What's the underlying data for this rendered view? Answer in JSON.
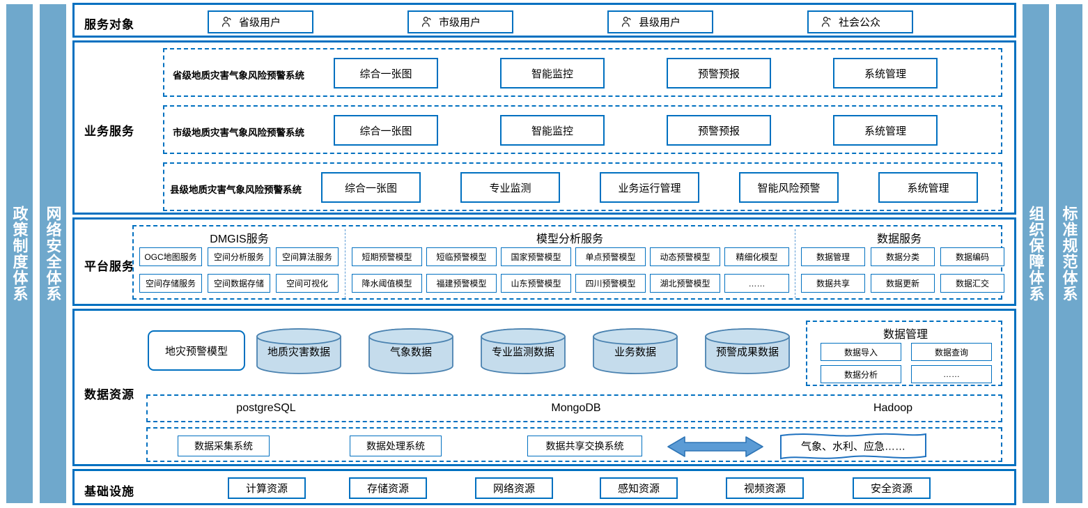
{
  "pillars": {
    "left": [
      {
        "name": "policy",
        "label": "政策制度体系"
      },
      {
        "name": "network-security",
        "label": "网络安全体系"
      }
    ],
    "right": [
      {
        "name": "organization",
        "label": "组织保障体系"
      },
      {
        "name": "standard",
        "label": "标准规范体系"
      }
    ],
    "color": "#6FA8CC"
  },
  "colors": {
    "border": "#0070C0",
    "dashed": "#0070C0",
    "cylinder_fill": "#C5DCEC",
    "cylinder_stroke": "#4A82B0",
    "arrow_fill": "#5B9BD5",
    "arrow_stroke": "#2E75B6"
  },
  "service_objects": {
    "title": "服务对象",
    "items": [
      {
        "label": "省级用户",
        "icon": "person-icon"
      },
      {
        "label": "市级用户",
        "icon": "person-icon"
      },
      {
        "label": "县级用户",
        "icon": "person-icon"
      },
      {
        "label": "社会公众",
        "icon": "person-icon"
      }
    ]
  },
  "business": {
    "title": "业务服务",
    "groups": [
      {
        "label": "省级地质灾害气象风险预警系统",
        "items": [
          "综合一张图",
          "智能监控",
          "预警预报",
          "系统管理"
        ]
      },
      {
        "label": "市级地质灾害气象风险预警系统",
        "items": [
          "综合一张图",
          "智能监控",
          "预警预报",
          "系统管理"
        ]
      },
      {
        "label": "县级地质灾害气象风险预警系统",
        "items": [
          "综合一张图",
          "专业监测",
          "业务运行管理",
          "智能风险预警",
          "系统管理"
        ]
      }
    ]
  },
  "platform": {
    "title": "平台服务",
    "panels": [
      {
        "title": "DMGIS服务",
        "row1": [
          "OGC地图服务",
          "空间分析服务",
          "空间算法服务"
        ],
        "row2": [
          "空间存储服务",
          "空间数据存储",
          "空间可视化"
        ]
      },
      {
        "title": "模型分析服务",
        "row1": [
          "短期预警模型",
          "短临预警模型",
          "国家预警模型",
          "单点预警模型",
          "动态预警模型",
          "精细化模型"
        ],
        "row2": [
          "降水阈值模型",
          "福建预警模型",
          "山东预警模型",
          "四川预警模型",
          "湖北预警模型",
          "……"
        ]
      },
      {
        "title": "数据服务",
        "row1": [
          "数据管理",
          "数据分类",
          "数据编码"
        ],
        "row2": [
          "数据共享",
          "数据更新",
          "数据汇交"
        ]
      }
    ]
  },
  "data_resource": {
    "title": "数据资源",
    "model_box": "地灾预警模型",
    "cylinders": [
      "地质灾害数据",
      "气象数据",
      "专业监测数据",
      "业务数据",
      "预警成果数据"
    ],
    "data_management": {
      "title": "数据管理",
      "items": [
        "数据导入",
        "数据查询",
        "数据分析",
        "……"
      ]
    },
    "databases": [
      "postgreSQL",
      "MongoDB",
      "Hadoop"
    ],
    "systems": [
      "数据采集系统",
      "数据处理系统",
      "数据共享交换系统"
    ],
    "exchange_arrow": "bidirectional-arrow",
    "external_banner": "气象、水利、应急……"
  },
  "infrastructure": {
    "title": "基础设施",
    "items": [
      "计算资源",
      "存储资源",
      "网络资源",
      "感知资源",
      "视频资源",
      "安全资源"
    ]
  }
}
